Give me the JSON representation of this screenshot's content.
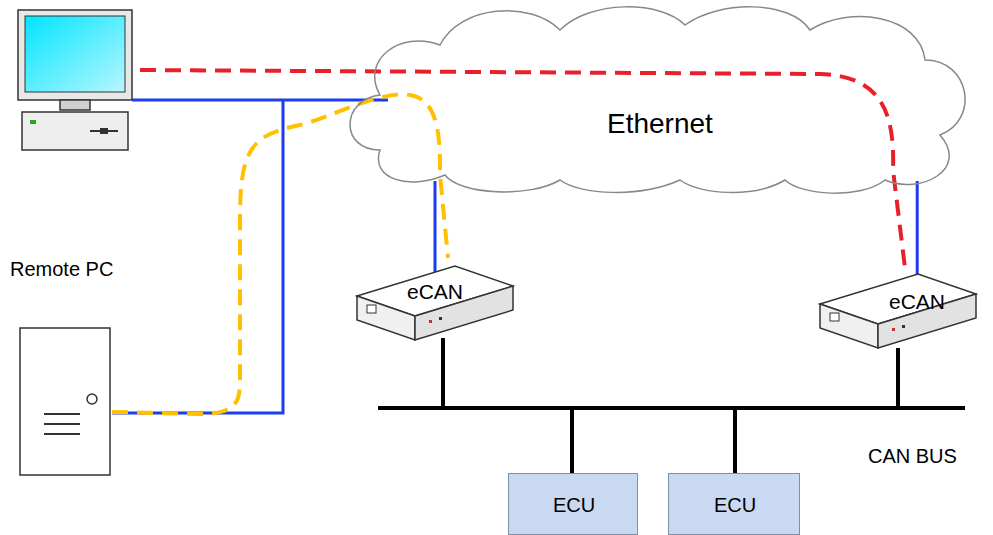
{
  "diagram": {
    "nodes": [
      {
        "text": [
          "Ethernet"
        ]
      },
      {
        "text": [
          "eCAN"
        ]
      },
      {
        "text": [
          "eCAN"
        ]
      },
      {
        "text": [
          "ECU"
        ]
      },
      {
        "text": [
          "ECU"
        ]
      }
    ],
    "edges": [
      {
        "from": 1,
        "to": 0,
        "arrow": "none"
      },
      {
        "from": 2,
        "to": 0,
        "arrow": "none"
      }
    ],
    "labels": [
      "Remote PC",
      "CAN BUS"
    ]
  }
}
